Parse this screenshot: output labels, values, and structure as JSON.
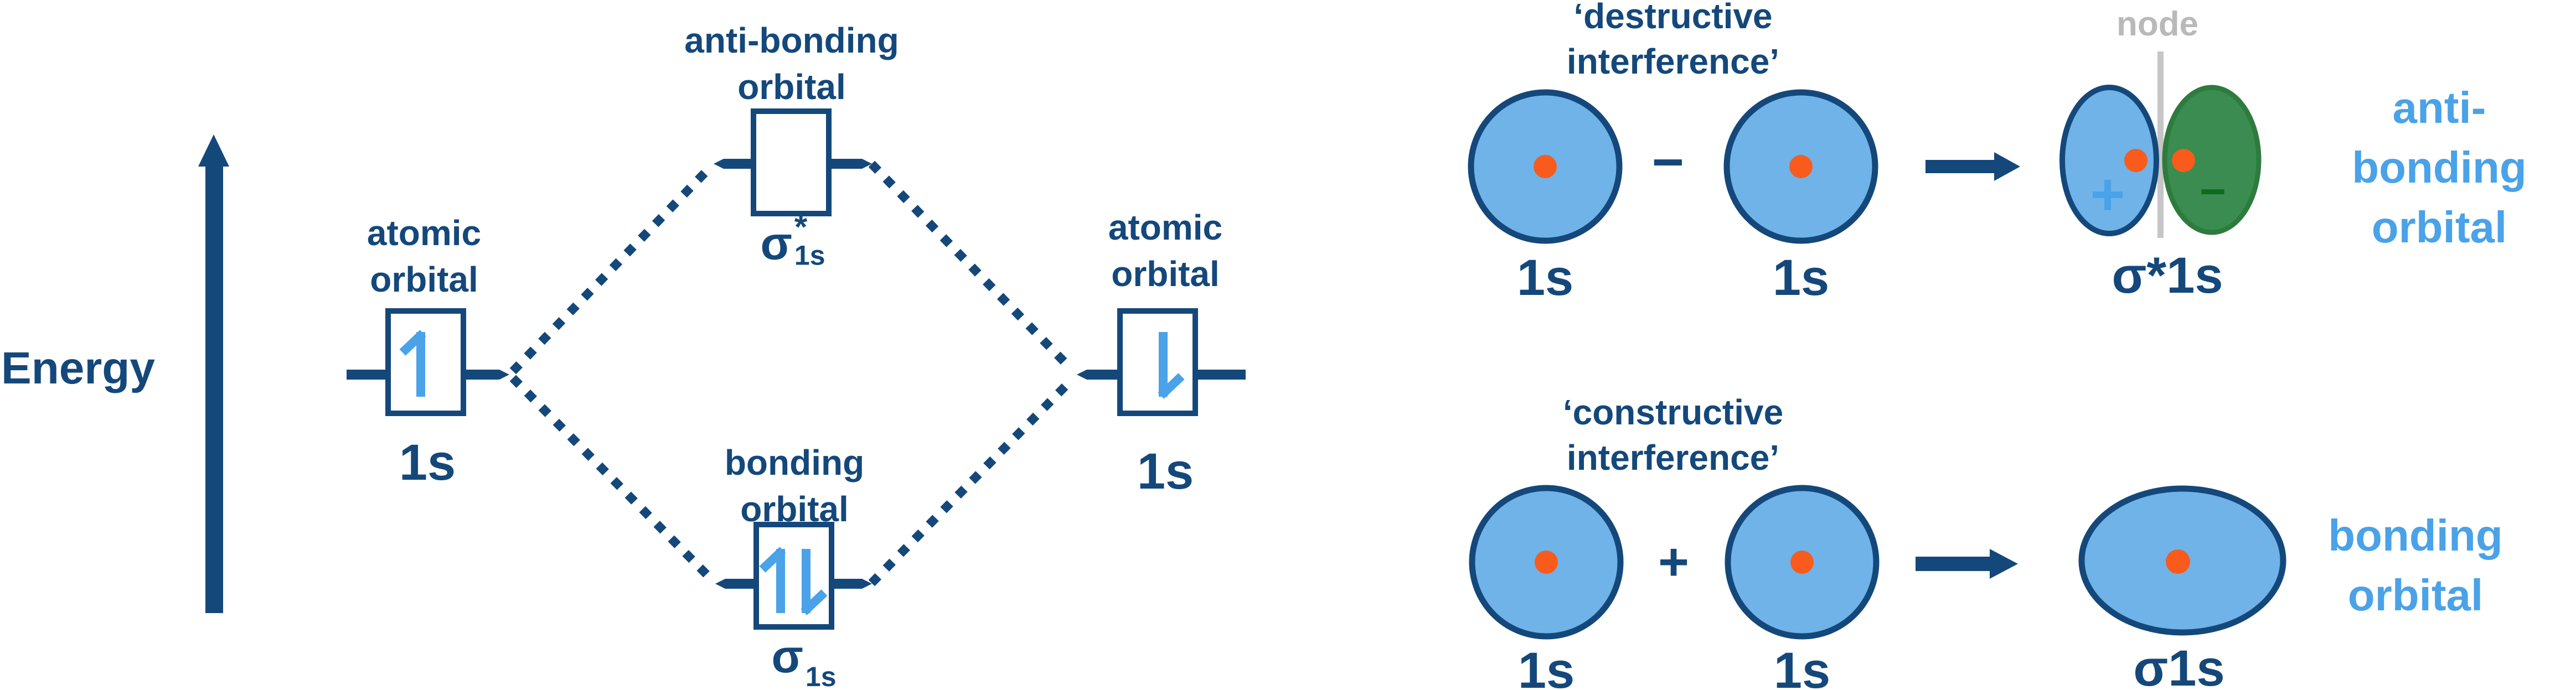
{
  "colors": {
    "navy": "#14487B",
    "light_blue_fill": "#6FB3E9",
    "light_blue_accent": "#4AA2E8",
    "orange": "#F95B1C",
    "green_fill": "#3A8C50",
    "green_border": "#2E7B3E",
    "dark_green": "#0E6B1E",
    "gray_line": "#C6C6C6",
    "gray_text": "#B9B9B9"
  },
  "energy_axis": {
    "label": "Energy"
  },
  "mo_diagram": {
    "left_atomic_orbital": {
      "title": "atomic\norbital",
      "label": "1s",
      "electrons": "spin-up"
    },
    "right_atomic_orbital": {
      "title": "atomic\norbital",
      "label": "1s",
      "electrons": "spin-down"
    },
    "antibonding_orbital": {
      "title": "anti-bonding\norbital",
      "formula_base": "σ",
      "formula_sup": "*",
      "formula_sub": "1s",
      "electrons": "none"
    },
    "bonding_orbital": {
      "title": "bonding\norbital",
      "formula_base": "σ",
      "formula_sub": "1s",
      "electrons": "spin-up, spin-down"
    }
  },
  "destructive_row": {
    "title": "‘destructive\ninterference’",
    "left_label": "1s",
    "operator": "−",
    "right_label": "1s",
    "node_label": "node",
    "positive_sign": "+",
    "negative_sign": "−",
    "formula": "σ*1s",
    "result_label": "anti-bonding\norbital"
  },
  "constructive_row": {
    "title": "‘constructive\ninterference’",
    "left_label": "1s",
    "operator": "+",
    "right_label": "1s",
    "formula": "σ1s",
    "result_label": "bonding\norbital"
  }
}
